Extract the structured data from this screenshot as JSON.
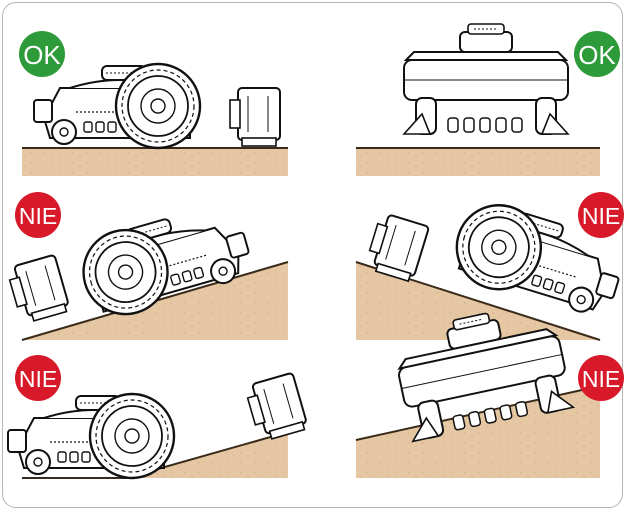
{
  "colors": {
    "ok": "#2e9b3a",
    "nie": "#d7192a",
    "ground": "#e6c7a4",
    "ground_line": "#3a2a1a",
    "line": "#1a1a1a",
    "frame": "#b5b5b5"
  },
  "panels": [
    {
      "label": "OK",
      "status": "ok",
      "view": "side-view-flat"
    },
    {
      "label": "OK",
      "status": "ok",
      "view": "front-view-flat"
    },
    {
      "label": "NIE",
      "status": "nie",
      "view": "side-view-uphill"
    },
    {
      "label": "NIE",
      "status": "nie",
      "view": "side-view-downhill"
    },
    {
      "label": "NIE",
      "status": "nie",
      "view": "side-view-slope-start"
    },
    {
      "label": "NIE",
      "status": "nie",
      "view": "front-view-side-slope"
    }
  ]
}
